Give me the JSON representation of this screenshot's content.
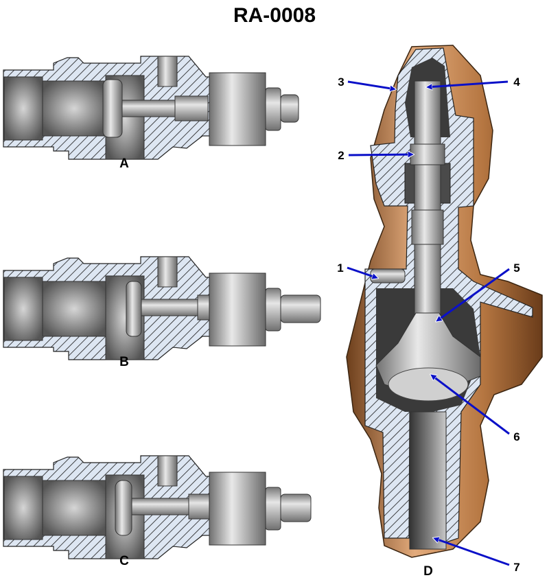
{
  "title": "RA-0008",
  "views": [
    {
      "id": "A",
      "label": "A"
    },
    {
      "id": "B",
      "label": "B"
    },
    {
      "id": "C",
      "label": "C"
    },
    {
      "id": "D",
      "label": "D"
    }
  ],
  "callouts": [
    {
      "number": "1"
    },
    {
      "number": "2"
    },
    {
      "number": "3"
    },
    {
      "number": "4"
    },
    {
      "number": "5"
    },
    {
      "number": "6"
    },
    {
      "number": "7"
    }
  ],
  "colors": {
    "hatch_fill": "#dde6f2",
    "hatch_line": "#1a1a1a",
    "metal_dark": "#6e6e6e",
    "metal_light": "#d8d8d8",
    "copper": "#b07240",
    "copper_light": "#e0a878",
    "callout_arrow": "#0a10c8",
    "cavity_dark": "#3a3a3a"
  }
}
